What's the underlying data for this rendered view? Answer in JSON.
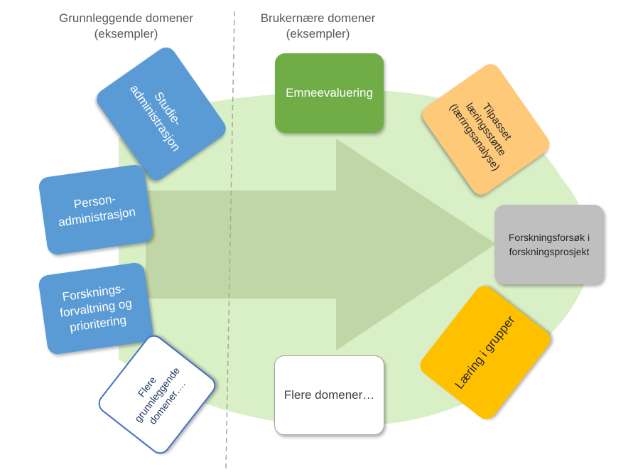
{
  "headings": {
    "left": "Grunnleggende domener\n(eksempler)",
    "right": "Brukernære domener\n(eksempler)"
  },
  "left_domains": [
    {
      "label": "Studie-\nadministrasjon"
    },
    {
      "label": "Person-\nadministrasjon"
    },
    {
      "label": "Forsknings-\nforvaltning og\nprioritering"
    },
    {
      "label": "Flere grunnleggende\ndomener…."
    }
  ],
  "right_domains": [
    {
      "label": "Emneevaluering"
    },
    {
      "label": "Tilpasset\nlæringsstøtte\n(læringsanalyse)"
    },
    {
      "label": "Forskningsforsøk i\nforskningsprosjekt"
    },
    {
      "label": "Læring i grupper"
    },
    {
      "label": "Flere domener…"
    }
  ],
  "colors": {
    "ellipse": "#d9efc6",
    "arrow": "#c1d6a6",
    "divider": "#a6a6a6",
    "blue": "#5b9bd5",
    "green": "#70ad47",
    "peach": "#ffc97a",
    "gray": "#bfbfbf",
    "gold": "#ffc000"
  }
}
